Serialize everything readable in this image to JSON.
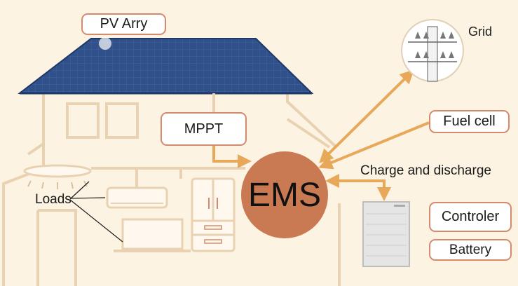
{
  "labels": {
    "pv_array": "PV Arry",
    "grid": "Grid",
    "mppt": "MPPT",
    "fuel_cell": "Fuel cell",
    "charge_discharge": "Charge and discharge",
    "loads": "Loads",
    "controller": "Controler",
    "battery": "Battery",
    "ems": "EMS"
  },
  "colors": {
    "background": "#fcf3e3",
    "house_line": "#e9d2b1",
    "arrow": "#e8a85a",
    "ems_fill": "#c97a52",
    "label_border": "#d58a6d",
    "panel": "#2f5089"
  }
}
